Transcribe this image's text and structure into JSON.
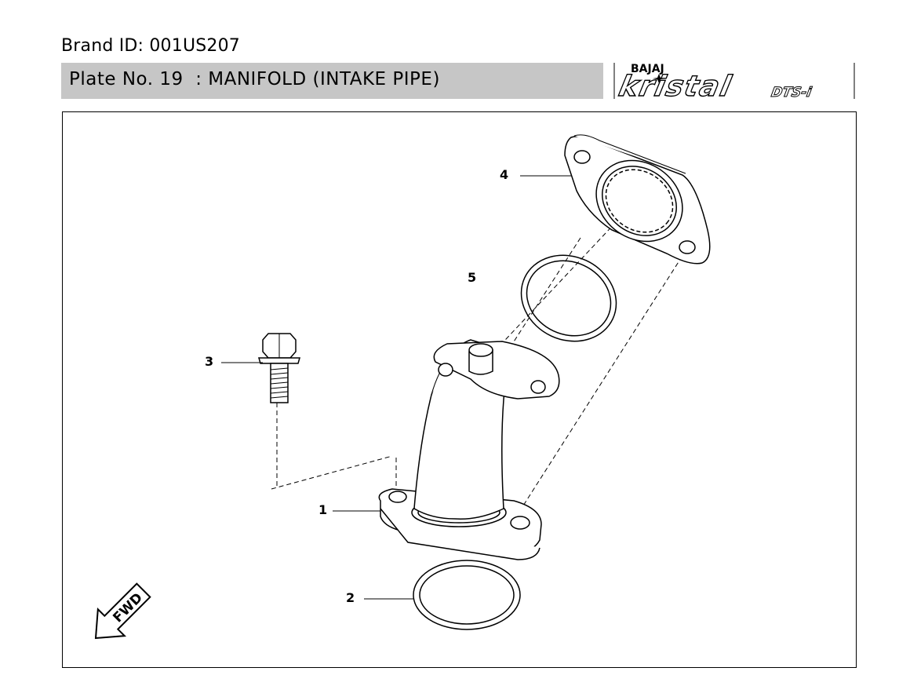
{
  "header": {
    "brand_id": "Brand ID: 001US207",
    "plate_title": "Plate No. 19  : MANIFOLD (INTAKE PIPE)"
  },
  "logo": {
    "maker": "BAJAJ",
    "model": "kristal",
    "variant": "DTS-i"
  },
  "diagram": {
    "callouts": [
      {
        "id": "1",
        "label": "1"
      },
      {
        "id": "2",
        "label": "2"
      },
      {
        "id": "3",
        "label": "3"
      },
      {
        "id": "4",
        "label": "4"
      },
      {
        "id": "5",
        "label": "5"
      }
    ],
    "fwd_label": "FWD"
  }
}
